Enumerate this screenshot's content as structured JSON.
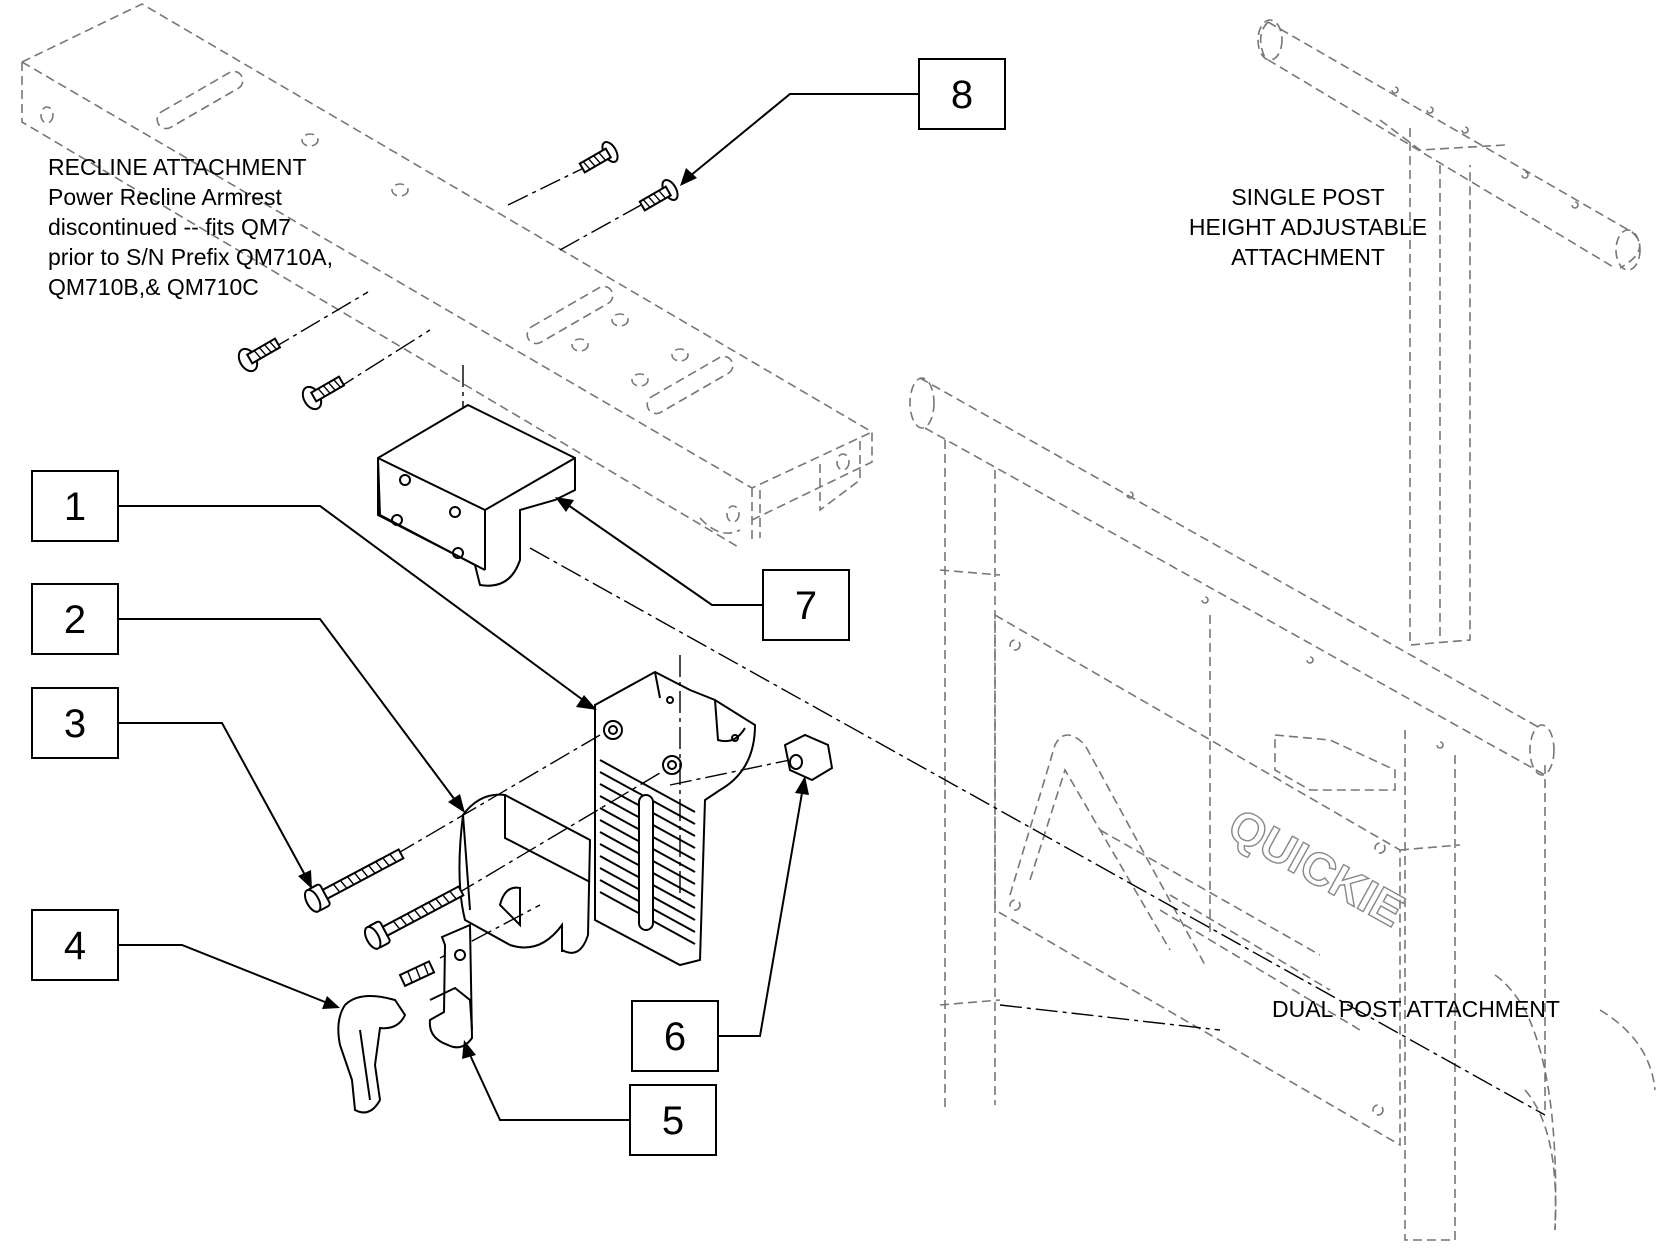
{
  "callouts": [
    {
      "id": "1",
      "label": "1"
    },
    {
      "id": "2",
      "label": "2"
    },
    {
      "id": "3",
      "label": "3"
    },
    {
      "id": "4",
      "label": "4"
    },
    {
      "id": "5",
      "label": "5"
    },
    {
      "id": "6",
      "label": "6"
    },
    {
      "id": "7",
      "label": "7"
    },
    {
      "id": "8",
      "label": "8"
    }
  ],
  "notes": {
    "recline": {
      "lines": [
        "RECLINE ATTACHMENT",
        "Power Recline Armrest",
        "discontinued -- fits QM7",
        "prior to S/N Prefix QM710A,",
        "QM710B,& QM710C"
      ]
    },
    "single_post": {
      "lines": [
        "SINGLE POST",
        "HEIGHT ADJUSTABLE",
        "ATTACHMENT"
      ]
    },
    "dual_post": {
      "lines": [
        "DUAL POST ATTACHMENT"
      ]
    }
  },
  "panel_logo_text": "QUICKIE"
}
